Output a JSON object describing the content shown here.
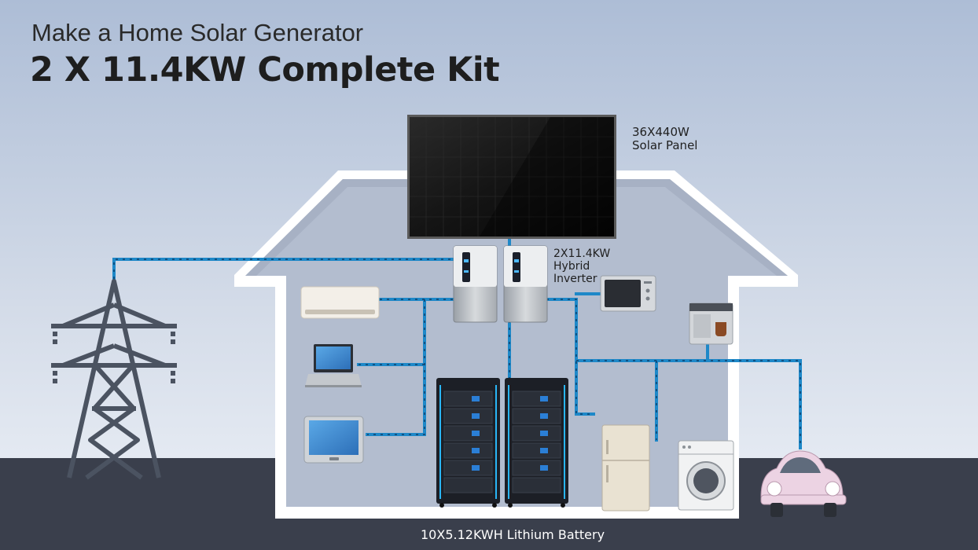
{
  "header": {
    "subtitle": "Make a Home Solar Generator",
    "title": "2 X 11.4KW Complete Kit"
  },
  "labels": {
    "solar_panel": [
      "36X440W",
      "Solar Panel"
    ],
    "inverter": [
      "2X11.4KW",
      "Hybrid",
      "Inverter"
    ],
    "battery": "10X5.12KWH Lithium Battery"
  },
  "colors": {
    "sky_top": "#adbdd6",
    "sky_bottom": "#eef2f8",
    "ground": "#3a3f4c",
    "house_wall": "#b3bdcf",
    "house_outline": "#ffffff",
    "wire": "#1f8fd0",
    "tower": "#4b5361",
    "car": "#ecd3e3"
  }
}
